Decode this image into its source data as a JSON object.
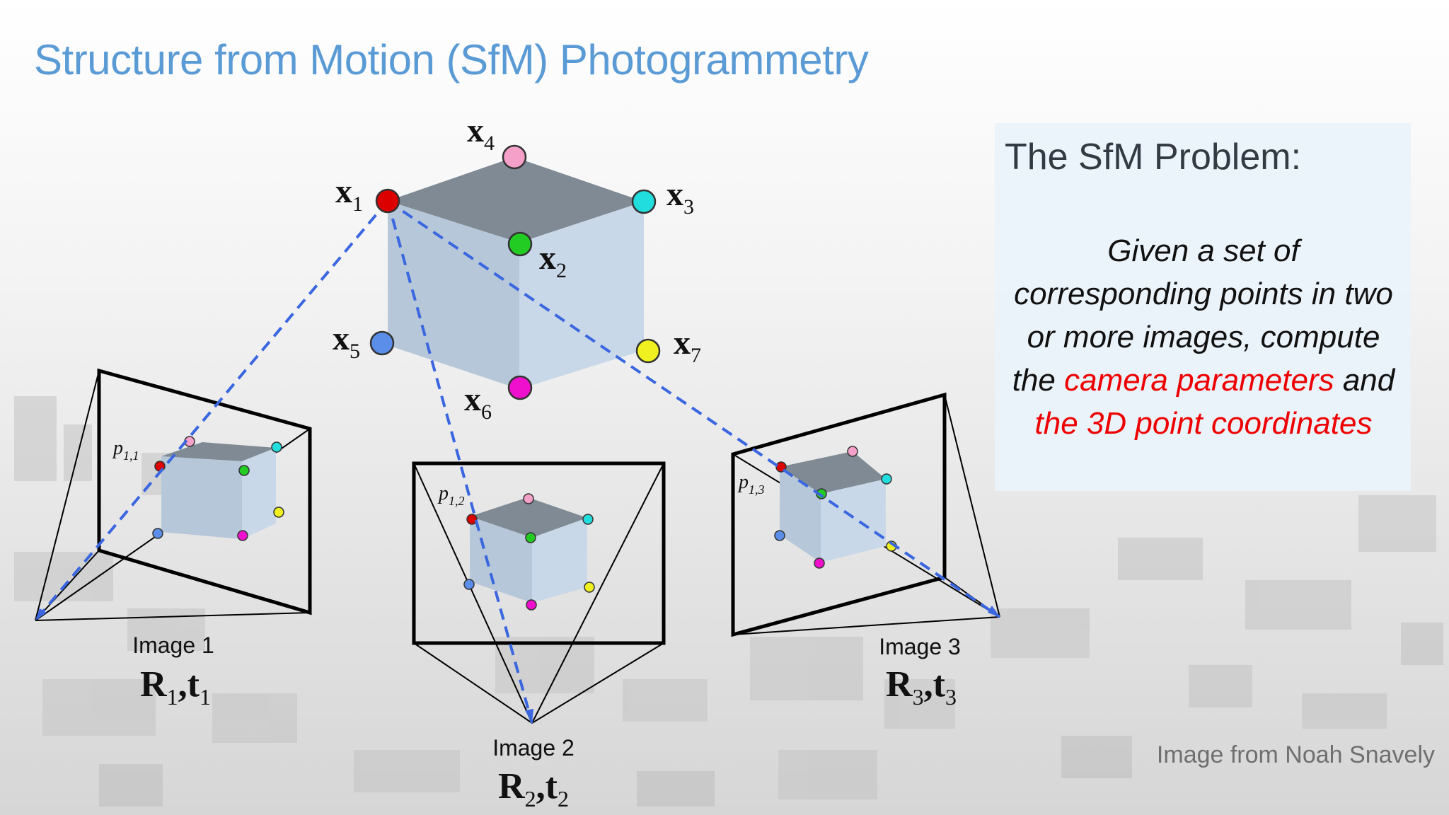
{
  "title": "Structure from Motion (SfM) Photogrammetry",
  "panel": {
    "heading": "The SfM Problem:",
    "body_pre": "Given a set of corresponding points in two or more images, compute the ",
    "highlight_1": "camera parameters",
    "body_mid": " and ",
    "highlight_2": "the 3D point coordinates"
  },
  "credit": "Image from Noah Snavely",
  "points": [
    {
      "id": "x1",
      "label": "x",
      "sub": "1",
      "color": "#dd0000"
    },
    {
      "id": "x2",
      "label": "x",
      "sub": "2",
      "color": "#22cc22"
    },
    {
      "id": "x3",
      "label": "x",
      "sub": "3",
      "color": "#22dddd"
    },
    {
      "id": "x4",
      "label": "x",
      "sub": "4",
      "color": "#f5a0c8"
    },
    {
      "id": "x5",
      "label": "x",
      "sub": "5",
      "color": "#5a8ee8"
    },
    {
      "id": "x6",
      "label": "x",
      "sub": "6",
      "color": "#ee10cc"
    },
    {
      "id": "x7",
      "label": "x",
      "sub": "7",
      "color": "#f0f020"
    }
  ],
  "images": [
    {
      "name": "Image 1",
      "pose_R": "R",
      "pose_t": "t",
      "sub": "1",
      "point_label": "p",
      "point_sub": "1,1"
    },
    {
      "name": "Image 2",
      "pose_R": "R",
      "pose_t": "t",
      "sub": "2",
      "point_label": "p",
      "point_sub": "1,2"
    },
    {
      "name": "Image 3",
      "pose_R": "R",
      "pose_t": "t",
      "sub": "3",
      "point_label": "p",
      "point_sub": "1,3"
    }
  ],
  "colors": {
    "title": "#5b9bd5",
    "ray": "#3a66e0",
    "cube_top": "#7f8a94",
    "cube_front": "#b6c7d9",
    "cube_side": "#c9d8e8",
    "highlight": "#ee0000"
  }
}
